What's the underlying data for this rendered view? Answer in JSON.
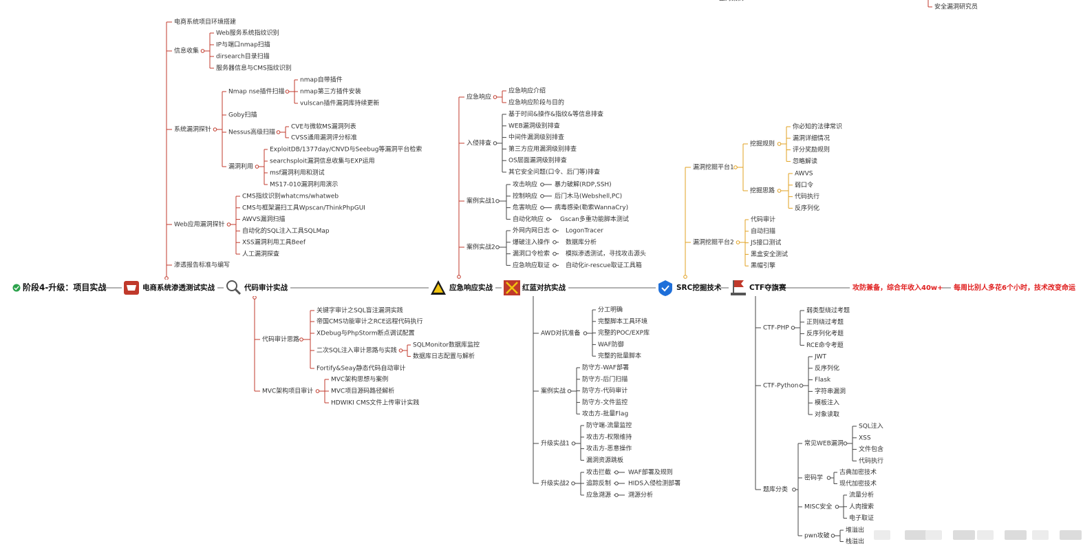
{
  "root": {
    "label": "阶段4-升级：项目实战"
  },
  "top_fragments": [
    "正对案例",
    "安全漏洞研究员"
  ],
  "hubs": [
    {
      "id": "ecom",
      "label": "电商系统渗透测试实战"
    },
    {
      "id": "audit",
      "label": "代码审计实战"
    },
    {
      "id": "ir",
      "label": "应急响应实战"
    },
    {
      "id": "rb",
      "label": "红蓝对抗实战"
    },
    {
      "id": "src",
      "label": "SRC挖掘技术"
    },
    {
      "id": "ctf",
      "label": "CTF夺旗赛"
    }
  ],
  "red_notes": [
    "攻防兼备，综合年收入40w+",
    "每周比别人多花6个小时，技术改变命运"
  ],
  "ecom": [
    {
      "label": "电商系统项目环境搭建"
    },
    {
      "label": "信息收集",
      "children": [
        {
          "label": "Web服务系统指纹识别"
        },
        {
          "label": "IP与端口nmap扫描"
        },
        {
          "label": "dirsearch目录扫描"
        },
        {
          "label": "服务器信息与CMS指纹识别"
        }
      ]
    },
    {
      "label": "系统漏洞探针",
      "children": [
        {
          "label": "Nmap nse插件扫描",
          "children": [
            {
              "label": "nmap自带插件"
            },
            {
              "label": "nmap第三方插件安装"
            },
            {
              "label": "vulscan插件漏洞库持续更新"
            }
          ]
        },
        {
          "label": "Goby扫描"
        },
        {
          "label": "Nessus高级扫描",
          "children": [
            {
              "label": "CVE与微软MS漏洞列表"
            },
            {
              "label": "CVSS通用漏洞评分标准"
            }
          ]
        },
        {
          "label": "漏洞利用",
          "children": [
            {
              "label": "ExploitDB/1377day/CNVD与Seebug等漏洞平台检索"
            },
            {
              "label": "searchsploit漏洞信息收集与EXP运用"
            },
            {
              "label": "msf漏洞利用和测试"
            },
            {
              "label": "MS17-010漏洞利用演示"
            }
          ]
        }
      ]
    },
    {
      "label": "Web应用漏洞探针",
      "children": [
        {
          "label": "CMS指纹识别whatcms/whatweb"
        },
        {
          "label": "CMS与框架漏扫工具Wpscan/ThinkPhpGUI"
        },
        {
          "label": "AWVS漏洞扫描"
        },
        {
          "label": "自动化的SQL注入工具SQLMap"
        },
        {
          "label": "XSS漏洞利用工具Beef"
        },
        {
          "label": "人工漏洞探查"
        }
      ]
    },
    {
      "label": "渗透报告标准与编写"
    }
  ],
  "audit": [
    {
      "label": "代码审计思路",
      "children": [
        {
          "label": "关键字审计之SQL盲注漏洞实践"
        },
        {
          "label": "帝国CMS功能审计之RCE远程代码执行"
        },
        {
          "label": "XDebug与PhpStorm断点调试配置"
        },
        {
          "label": "二次SQL注入审计思路与实践",
          "children": [
            {
              "label": "SQLMonitor数据库监控"
            },
            {
              "label": "数据库日志配置与解析"
            }
          ]
        },
        {
          "label": "Fortify&Seay静态代码自动审计"
        }
      ]
    },
    {
      "label": "MVC架构项目审计",
      "children": [
        {
          "label": "MVC架构思想与案例"
        },
        {
          "label": "MVC项目源码路径解析"
        },
        {
          "label": "HDWIKI CMS文件上传审计实践"
        }
      ]
    }
  ],
  "ir": [
    {
      "label": "应急响应",
      "children": [
        {
          "label": "应急响应介绍"
        },
        {
          "label": "应急响应阶段与目的"
        }
      ]
    },
    {
      "label": "入侵排查",
      "children": [
        {
          "label": "基于时间&操作&指纹&等信息排查"
        },
        {
          "label": "WEB漏洞级别排查"
        },
        {
          "label": "中间件漏洞级别排查"
        },
        {
          "label": "第三方应用漏洞级别排查"
        },
        {
          "label": "OS层面漏洞级别排查"
        },
        {
          "label": "其它安全问题(口令、后门等)排查"
        }
      ]
    },
    {
      "label": "案例实战1",
      "children": [
        {
          "label": "攻击响应",
          "children": [
            {
              "label": "暴力破解(RDP,SSH)"
            }
          ]
        },
        {
          "label": "控制响应",
          "children": [
            {
              "label": "后门木马(Webshell,PC)"
            }
          ]
        },
        {
          "label": "危害响应",
          "children": [
            {
              "label": "病毒感染(勒索WannaCry)"
            }
          ]
        },
        {
          "label": "自动化响应",
          "children": [
            {
              "label": "Gscan多重功能脚本测试"
            }
          ]
        }
      ]
    },
    {
      "label": "案例实战2",
      "children": [
        {
          "label": "外网内网日志",
          "children": [
            {
              "label": "LogonTracer"
            }
          ]
        },
        {
          "label": "爆破注入操作",
          "children": [
            {
              "label": "数据库分析"
            }
          ]
        },
        {
          "label": "漏洞口令检索",
          "children": [
            {
              "label": "模拟渗透测试，寻找攻击源头"
            }
          ]
        },
        {
          "label": "应急响应取证",
          "children": [
            {
              "label": "自动化ir-rescue取证工具箱"
            }
          ]
        }
      ]
    }
  ],
  "rb": [
    {
      "label": "AWD对抗准备",
      "children": [
        {
          "label": "分工明确"
        },
        {
          "label": "完整脚本工具环境"
        },
        {
          "label": "完整的POC/EXP库"
        },
        {
          "label": "WAF防御"
        },
        {
          "label": "完整的批量脚本"
        }
      ]
    },
    {
      "label": "案例实战",
      "children": [
        {
          "label": "防守方-WAF部署"
        },
        {
          "label": "防守方-后门扫描"
        },
        {
          "label": "防守方-代码审计"
        },
        {
          "label": "防守方-文件监控"
        },
        {
          "label": "攻击方-批量Flag"
        }
      ]
    },
    {
      "label": "升级实战1",
      "children": [
        {
          "label": "防守端-流量监控"
        },
        {
          "label": "攻击方-权限维持"
        },
        {
          "label": "攻击方-恶意操作"
        },
        {
          "label": "漏洞资源跳板"
        }
      ]
    },
    {
      "label": "升级实战2",
      "children": [
        {
          "label": "攻击拦截",
          "children": [
            {
              "label": "WAF部署及规则"
            }
          ]
        },
        {
          "label": "追踪反制",
          "children": [
            {
              "label": "HIDS入侵检测部署"
            }
          ]
        },
        {
          "label": "应急溯源",
          "children": [
            {
              "label": "溯源分析"
            }
          ]
        }
      ]
    }
  ],
  "src": [
    {
      "label": "漏洞挖掘平台1",
      "children": [
        {
          "label": "挖掘规则",
          "children": [
            {
              "label": "你必知的法律常识"
            },
            {
              "label": "漏洞详细情况"
            },
            {
              "label": "评分奖励规则"
            },
            {
              "label": "忽略解读"
            }
          ]
        },
        {
          "label": "挖掘思路",
          "children": [
            {
              "label": "AWVS"
            },
            {
              "label": "弱口令"
            },
            {
              "label": "代码执行"
            },
            {
              "label": "反序列化"
            }
          ]
        }
      ]
    },
    {
      "label": "漏洞挖掘平台2",
      "children": [
        {
          "label": "代码审计"
        },
        {
          "label": "自动扫描"
        },
        {
          "label": "JS接口测试"
        },
        {
          "label": "黑盒安全测试"
        },
        {
          "label": "黑帽引擎"
        }
      ]
    }
  ],
  "ctf": [
    {
      "label": "CTF-PHP",
      "children": [
        {
          "label": "弱类型绕过考题"
        },
        {
          "label": "正则绕过考题"
        },
        {
          "label": "反序列化考题"
        },
        {
          "label": "RCE命令考题"
        }
      ]
    },
    {
      "label": "CTF-Python",
      "children": [
        {
          "label": "JWT"
        },
        {
          "label": "反序列化"
        },
        {
          "label": "Flask"
        },
        {
          "label": "字符串漏洞"
        },
        {
          "label": "模板注入"
        },
        {
          "label": "对象读取"
        }
      ]
    },
    {
      "label": "题库分类",
      "children": [
        {
          "label": "常见WEB漏洞",
          "children": [
            {
              "label": "SQL注入"
            },
            {
              "label": "XSS"
            },
            {
              "label": "文件包含"
            },
            {
              "label": "代码执行"
            }
          ]
        },
        {
          "label": "密码学",
          "children": [
            {
              "label": "古典加密技术"
            },
            {
              "label": "现代加密技术"
            }
          ]
        },
        {
          "label": "MISC安全",
          "children": [
            {
              "label": "流量分析"
            },
            {
              "label": "人肉搜索"
            },
            {
              "label": "电子取证"
            }
          ]
        },
        {
          "label": "pwn攻破",
          "children": [
            {
              "label": "堆溢出"
            },
            {
              "label": "栈溢出"
            }
          ]
        }
      ]
    }
  ],
  "colors": {
    "ecom": "#c0392b",
    "audit": "#c0392b",
    "ir": "#c0392b",
    "rb": "#444444",
    "src": "#e0a020",
    "ctf": "#444444",
    "axis": "#666666",
    "red_text": "#e02020",
    "check": "#2ca24c"
  }
}
